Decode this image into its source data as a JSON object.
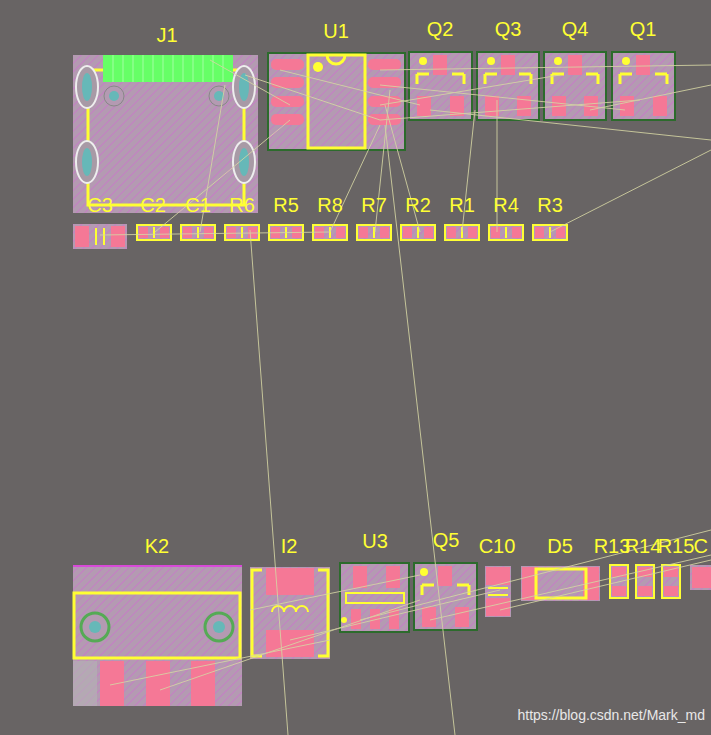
{
  "diagram": {
    "labels": [
      "J1",
      "U1",
      "Q2",
      "Q3",
      "Q4",
      "Q1",
      "C3",
      "C2",
      "C1",
      "R6",
      "R5",
      "R8",
      "R7",
      "R2",
      "R1",
      "R4",
      "R3",
      "K2",
      "I2",
      "U3",
      "Q5",
      "C10",
      "D5",
      "R13",
      "R14",
      "R15",
      "C",
      "https://blog.csdn.net/Mark_md"
    ]
  }
}
